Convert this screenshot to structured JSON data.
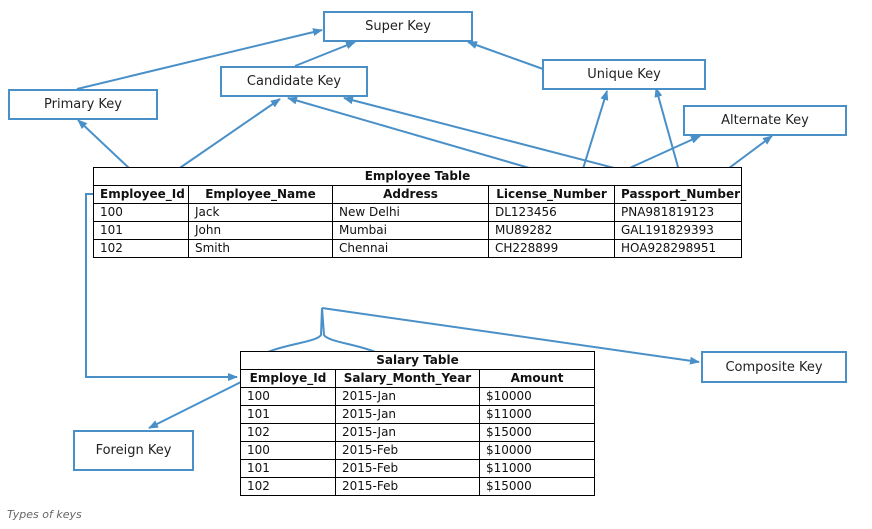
{
  "keys": {
    "super": "Super Key",
    "candidate": "Candidate Key",
    "primary": "Primary Key",
    "unique": "Unique Key",
    "alternate": "Alternate Key",
    "composite": "Composite Key",
    "foreign": "Foreign Key"
  },
  "employee_table": {
    "title": "Employee Table",
    "columns": [
      "Employee_Id",
      "Employee_Name",
      "Address",
      "License_Number",
      "Passport_Number"
    ],
    "rows": [
      [
        "100",
        "Jack",
        "New Delhi",
        "DL123456",
        "PNA981819123"
      ],
      [
        "101",
        "John",
        "Mumbai",
        "MU89282",
        "GAL191829393"
      ],
      [
        "102",
        "Smith",
        "Chennai",
        "CH228899",
        "HOA928298951"
      ]
    ]
  },
  "salary_table": {
    "title": "Salary Table",
    "columns": [
      "Employe_Id",
      "Salary_Month_Year",
      "Amount"
    ],
    "rows": [
      [
        "100",
        "2015-Jan",
        "$10000"
      ],
      [
        "101",
        "2015-Jan",
        "$11000"
      ],
      [
        "102",
        "2015-Jan",
        "$15000"
      ],
      [
        "100",
        "2015-Feb",
        "$10000"
      ],
      [
        "101",
        "2015-Feb",
        "$11000"
      ],
      [
        "102",
        "2015-Feb",
        "$15000"
      ]
    ]
  },
  "caption": "Types of keys",
  "colors": {
    "accent": "#4a90c8",
    "border": "#000000"
  }
}
